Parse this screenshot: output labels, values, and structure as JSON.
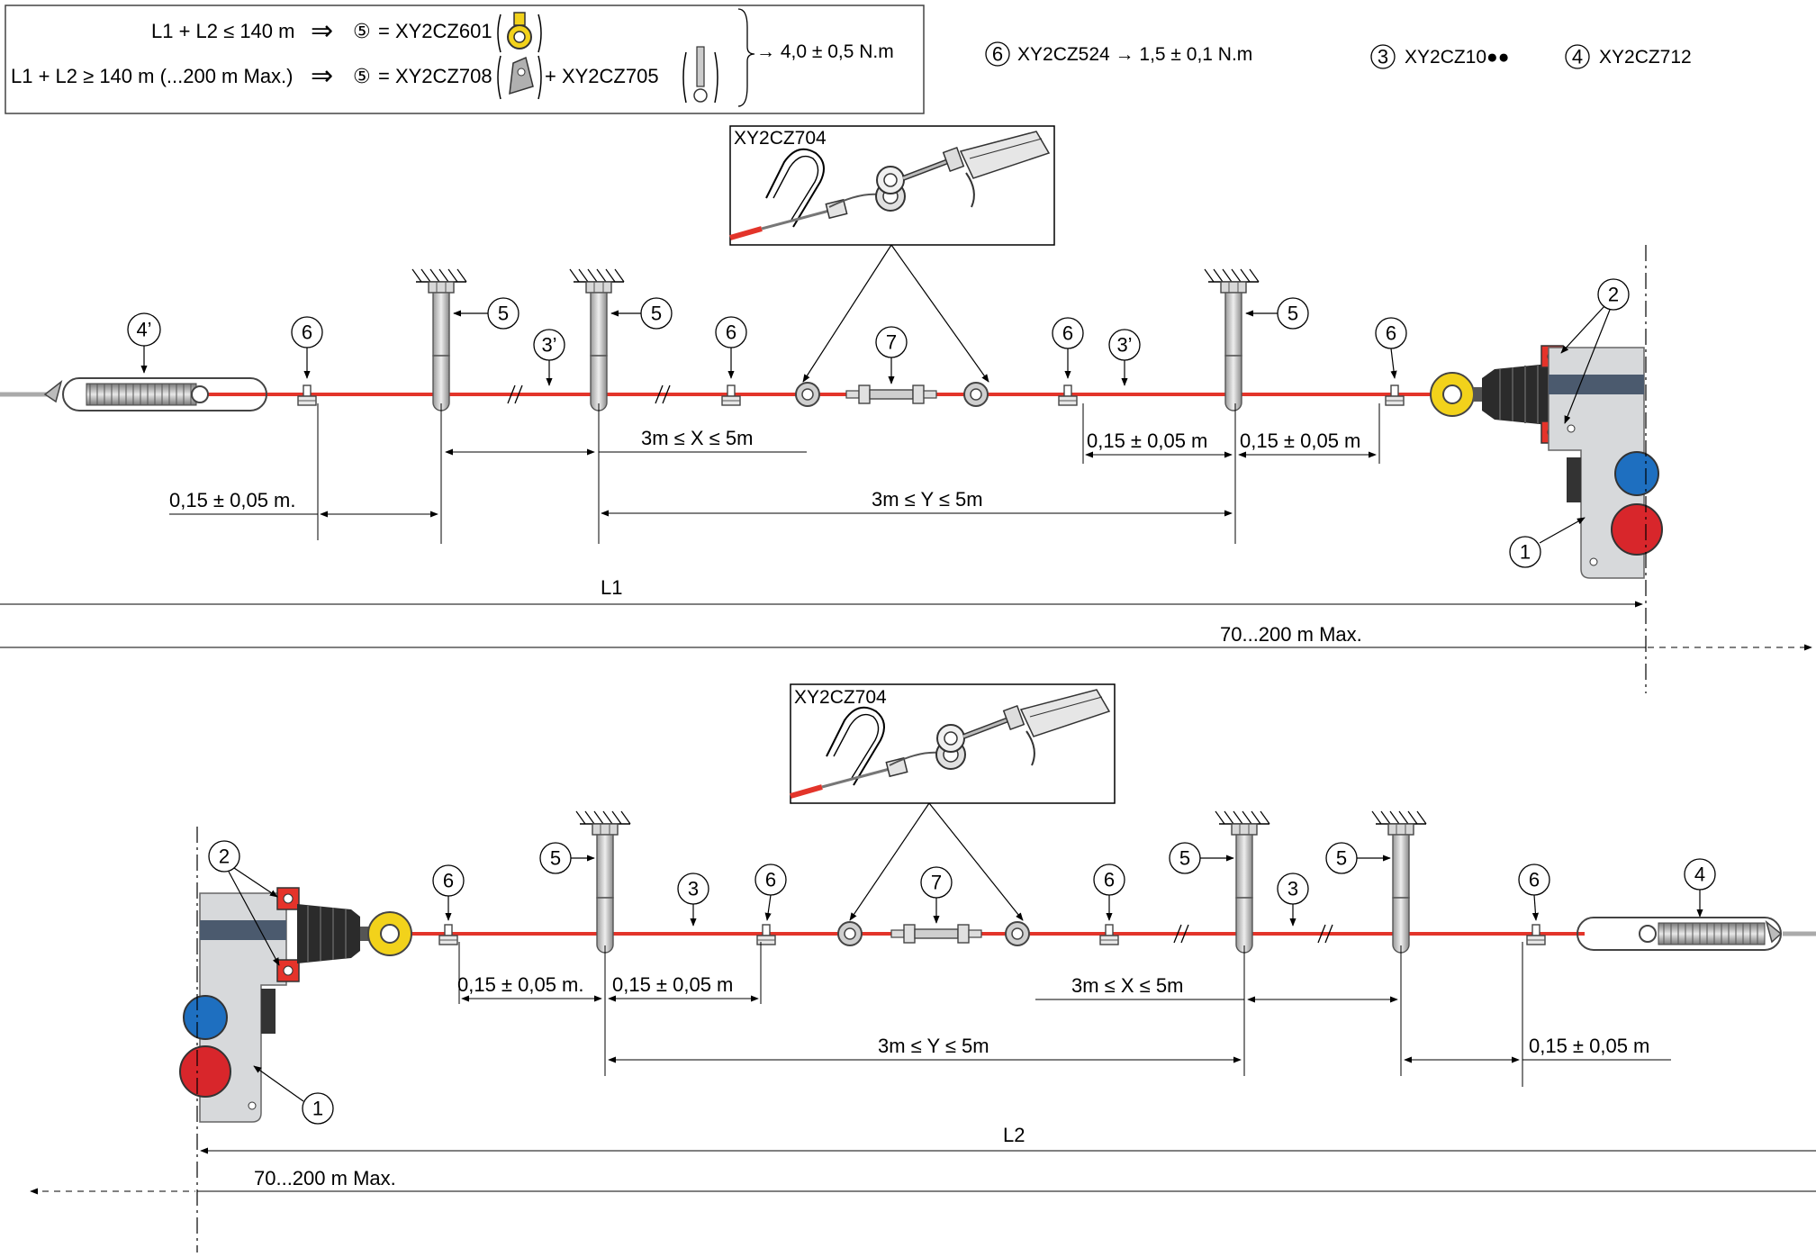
{
  "legend": {
    "row1_condition": "L1 + L2 ≤ 140 m",
    "row1_result": "= XY2CZ601",
    "row2_condition": "L1 + L2 ≥ 140 m (...200 m Max.)",
    "row2_result": "= XY2CZ708",
    "row2_extra": "+ XY2CZ705",
    "implies_symbol": "⇒",
    "torque": "→ 4,0 ± 0,5 N.m",
    "circled5": "⑤",
    "item6": "XY2CZ524 → 1,5 ± 0,1 N.m",
    "item3": "XY2CZ10●●",
    "item4": "XY2CZ712"
  },
  "callout": "XY2CZ704",
  "labels": {
    "n1": "1",
    "n2": "2",
    "n3": "3",
    "n3p": "3’",
    "n4": "4",
    "n4p": "4’",
    "n5": "5",
    "n6": "6",
    "n7": "7"
  },
  "top": {
    "dim_x": "3m ≤ X ≤ 5m",
    "dim_y": "3m ≤ Y ≤ 5m",
    "dim_left": "0,15 ± 0,05 m.",
    "dim_r1": "0,15 ± 0,05 m",
    "dim_r2": "0,15 ± 0,05 m",
    "L": "L1",
    "max": "70...200 m Max."
  },
  "bottom": {
    "dim_l1": "0,15 ± 0,05 m.",
    "dim_l2": "0,15 ± 0,05 m",
    "dim_x": "3m ≤ X ≤ 5m",
    "dim_y": "3m ≤ Y ≤ 5m",
    "dim_right": "0,15 ± 0,05 m",
    "L": "L2",
    "max": "70...200 m Max."
  },
  "colors": {
    "cable": "#e3342a",
    "yellow": "#f2d21b",
    "red_part": "#e5332a",
    "blue_button": "#1e6fc0",
    "red_button": "#d8262b",
    "body_grey": "#d7d9db",
    "label_strip": "#4b5a6e"
  }
}
